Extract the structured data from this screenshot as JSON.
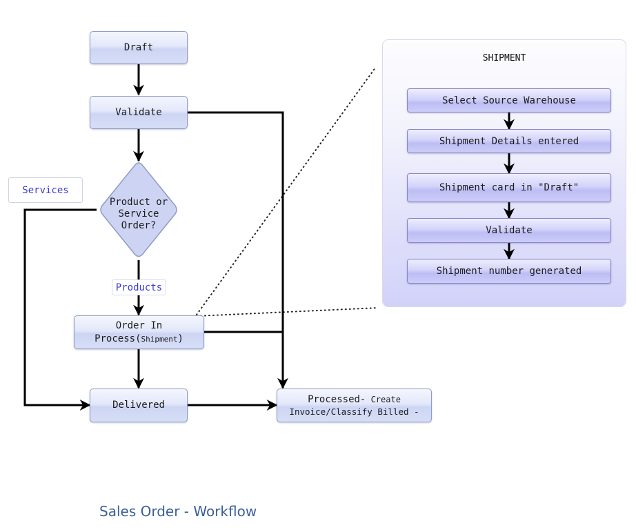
{
  "title": "Sales Order - Workflow",
  "main_flow": {
    "draft": "Draft",
    "validate": "Validate",
    "decision": [
      "Product or",
      "Service",
      "Order?"
    ],
    "services_label": "Services",
    "products_label": "Products",
    "order_in_process": {
      "line1": "Order In",
      "line2_main": "Process(",
      "line2_small": "Shipment",
      "line2_end": ")"
    },
    "delivered": "Delivered",
    "processed": {
      "line1_main": "Processed-",
      "line1_small": " Create",
      "line2": "Invoice/Classify Billed -"
    }
  },
  "shipment_panel": {
    "title": "SHIPMENT",
    "steps": [
      "Select Source Warehouse",
      "Shipment Details entered",
      "Shipment card in \"Draft\"",
      "Validate",
      "Shipment number generated"
    ]
  },
  "colors": {
    "node_fill": "#d7def7",
    "node_border": "#8e9bc4",
    "shipment_node_fill": "#cdcdf8",
    "label_text": "#3a3ad6",
    "title_text": "#3b5f99",
    "connector": "#000000"
  }
}
